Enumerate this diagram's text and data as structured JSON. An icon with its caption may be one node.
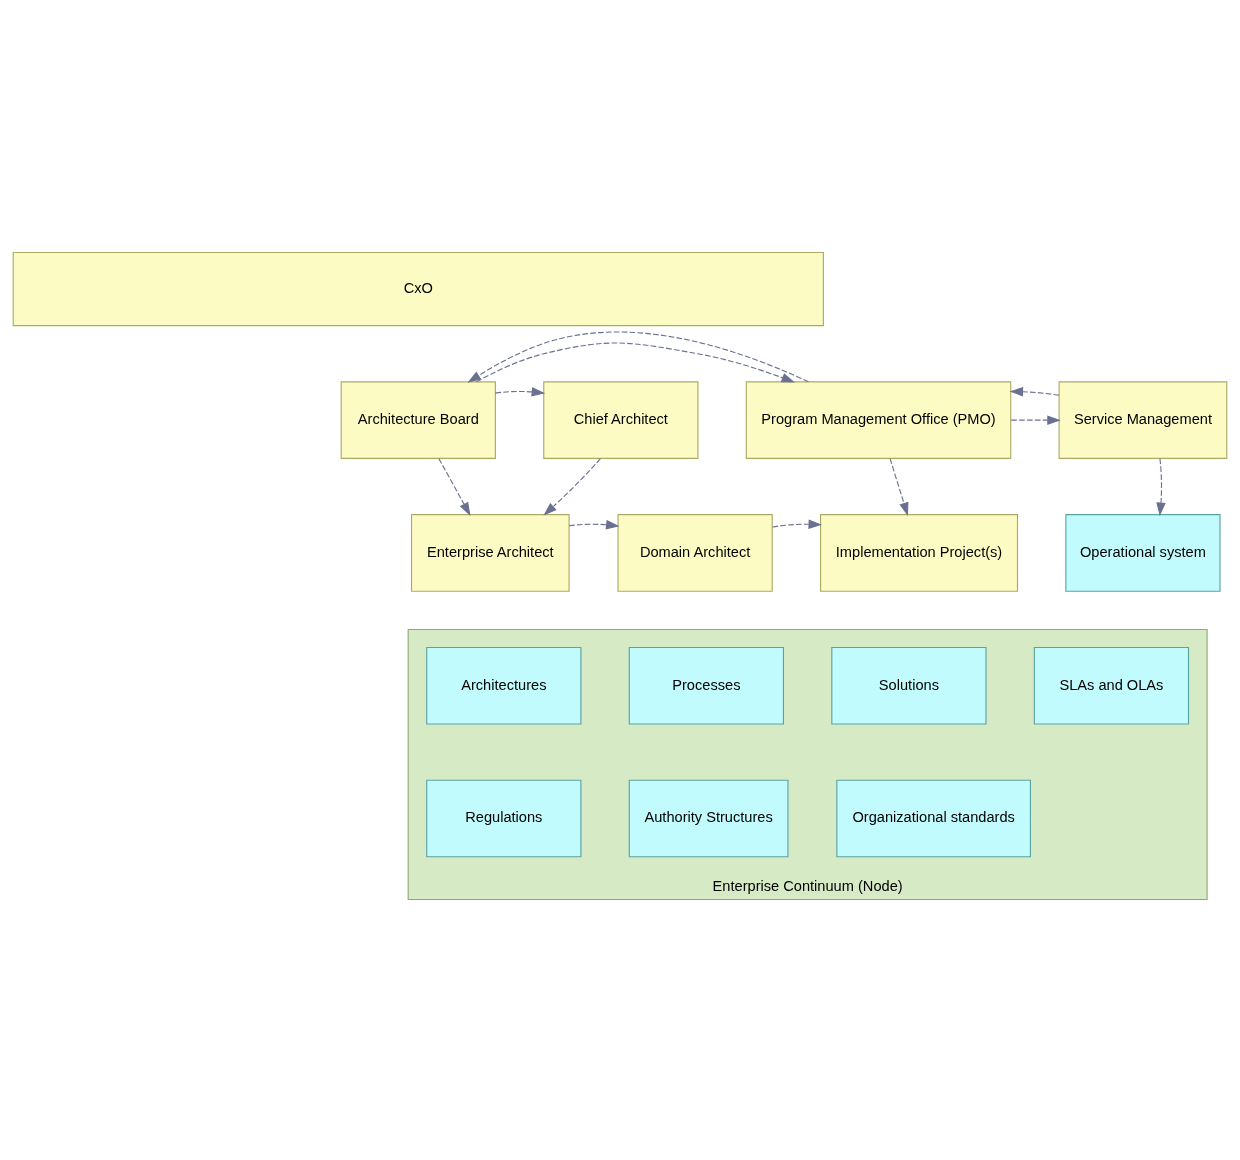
{
  "diagram": {
    "nodes": [
      {
        "text": [
          "CxO"
        ]
      },
      {
        "text": [
          "Chief Architect"
        ]
      },
      {
        "text": [
          "Architecture Board"
        ]
      },
      {
        "text": [
          "Program Management Office (PMO)"
        ]
      },
      {
        "text": [
          "Service Management"
        ]
      },
      {
        "text": [
          "Enterprise Architect"
        ]
      },
      {
        "text": [
          "Domain Architect"
        ]
      },
      {
        "text": [
          "Implementation Project(s)"
        ]
      },
      {
        "text": [
          "Operational system"
        ]
      },
      {
        "text": [
          "Enterprise Continuum (Node)"
        ]
      },
      {
        "text": [
          "Architectures"
        ],
        "in": 9
      },
      {
        "text": [
          "Processes"
        ],
        "in": 9
      },
      {
        "text": [
          "Solutions"
        ],
        "in": 9
      },
      {
        "text": [
          "SLAs and OLAs"
        ],
        "in": 9
      },
      {
        "text": [
          "Regulations"
        ],
        "in": 9
      },
      {
        "text": [
          "Authority Structures"
        ],
        "in": 9
      },
      {
        "text": [
          "Organizational standards"
        ],
        "in": 9
      }
    ],
    "edges": [
      {
        "from": 2,
        "to": 1,
        "arrow": "to",
        "style": "dashed"
      },
      {
        "from": 2,
        "to": 3,
        "arrow": "to",
        "style": "dashed"
      },
      {
        "from": 3,
        "to": 2,
        "arrow": "to",
        "style": "dashed"
      },
      {
        "from": 3,
        "to": 4,
        "arrow": "to",
        "style": "dashed"
      },
      {
        "from": 4,
        "to": 3,
        "arrow": "to",
        "style": "dashed"
      },
      {
        "from": 1,
        "to": 5,
        "arrow": "to",
        "style": "dashed"
      },
      {
        "from": 2,
        "to": 5,
        "arrow": "to",
        "style": "dashed"
      },
      {
        "from": 3,
        "to": 7,
        "arrow": "to",
        "style": "dashed"
      },
      {
        "from": 4,
        "to": 8,
        "arrow": "to",
        "style": "dashed"
      },
      {
        "from": 5,
        "to": 6,
        "arrow": "to",
        "style": "dashed"
      },
      {
        "from": 6,
        "to": 7,
        "arrow": "to",
        "style": "dashed"
      }
    ]
  }
}
